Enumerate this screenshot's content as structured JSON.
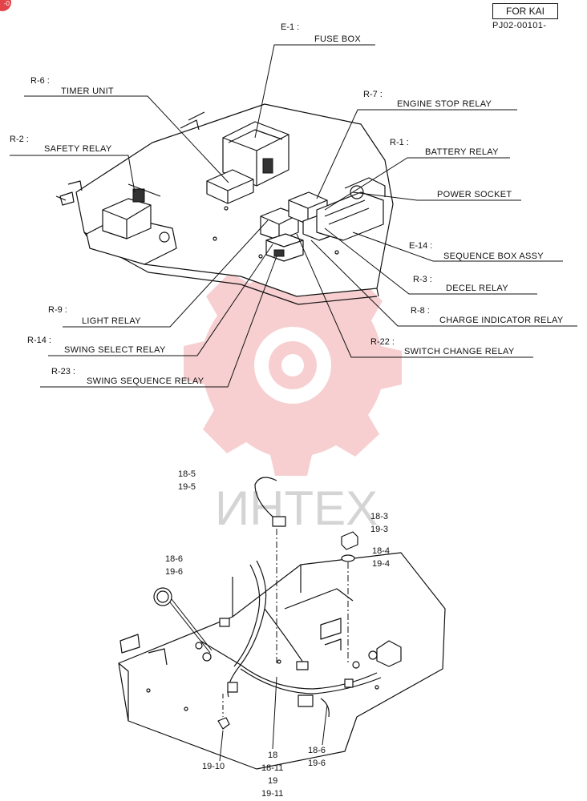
{
  "header": {
    "model": "FOR KAI",
    "page_code": "PJ02-00101-"
  },
  "corner_badge": "-0",
  "watermark": {
    "brand": "ИНТЕХ",
    "color": "#e2444a"
  },
  "top_callouts": [
    {
      "code": "E-1  :",
      "name": "FUSE BOX"
    },
    {
      "code": "R-6  :",
      "name": "TIMER UNIT"
    },
    {
      "code": "R-2  :",
      "name": "SAFETY RELAY"
    },
    {
      "code": "R-7  :",
      "name": "ENGINE STOP RELAY"
    },
    {
      "code": "R-1  :",
      "name": "BATTERY RELAY"
    },
    {
      "code": "",
      "name": "POWER SOCKET"
    },
    {
      "code": "E-14 :",
      "name": "SEQUENCE BOX ASSY"
    },
    {
      "code": "R-3  :",
      "name": "DECEL RELAY"
    },
    {
      "code": "R-8  :",
      "name": "CHARGE INDICATOR RELAY"
    },
    {
      "code": "R-22 :",
      "name": "SWITCH CHANGE RELAY"
    },
    {
      "code": "R-9  :",
      "name": "LIGHT RELAY"
    },
    {
      "code": "R-14 :",
      "name": "SWING SELECT RELAY"
    },
    {
      "code": "R-23 :",
      "name": "SWING SEQUENCE RELAY"
    }
  ],
  "bottom_callouts": [
    {
      "lines": [
        "18-5",
        "19-5"
      ]
    },
    {
      "lines": [
        "18-3",
        "19-3"
      ]
    },
    {
      "lines": [
        "18-4",
        "19-4"
      ]
    },
    {
      "lines": [
        "18-6",
        "19-6"
      ]
    },
    {
      "lines": [
        "18",
        "18-11",
        "19",
        "19-11"
      ]
    },
    {
      "lines": [
        "18-6",
        "19-6"
      ]
    },
    {
      "lines": [
        "19-10"
      ]
    }
  ]
}
